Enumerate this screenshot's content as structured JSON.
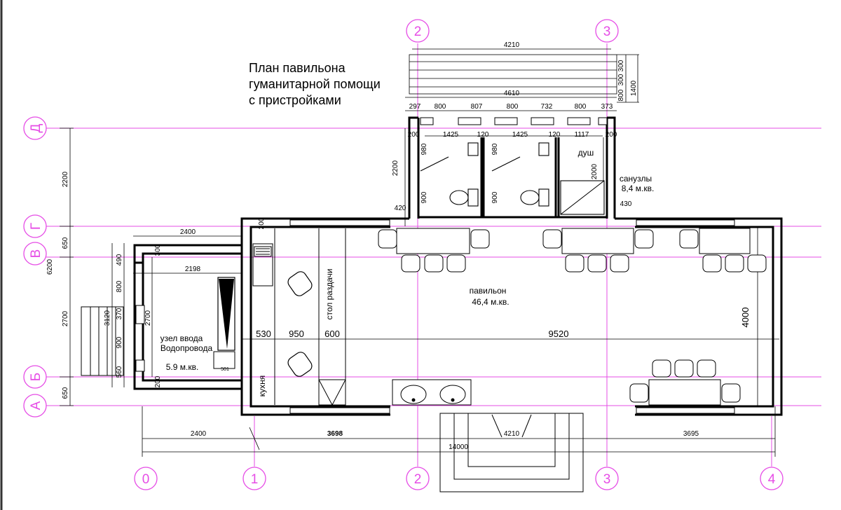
{
  "title": {
    "line1": "План павильона",
    "line2": "гуманитарной помощи",
    "line3": "с пристройками"
  },
  "axes": {
    "columns": [
      "0",
      "1",
      "2",
      "3",
      "4"
    ],
    "column_repeat": [
      "2",
      "3"
    ],
    "rows": [
      "Д",
      "Г",
      "В",
      "Б",
      "А"
    ]
  },
  "rooms": {
    "pavilion_name": "павильон",
    "pavilion_area": "46,4 м.кв.",
    "water_name_1": "узел ввода",
    "water_name_2": "Водопровода",
    "water_area": "5.9 м.кв.",
    "sanuzly_name": "санузлы",
    "sanuzly_area": "8,4 м.кв.",
    "shower": "душ",
    "kitchen": "кухня",
    "serving_table": "стол раздачи"
  },
  "dimensions": {
    "top_4210": "4210",
    "top_4610": "4610",
    "top_300a": "300",
    "top_300b": "300",
    "top_800": "800",
    "top_1400": "1400",
    "seg_297": "297",
    "seg_800a": "800",
    "seg_807": "807",
    "seg_800b": "800",
    "seg_732": "732",
    "seg_800c": "800",
    "seg_373": "373",
    "in_200a": "200",
    "in_1425a": "1425",
    "in_120a": "120",
    "in_1425b": "1425",
    "in_120b": "120",
    "in_1117": "1117",
    "in_200b": "200",
    "v_980a": "980",
    "v_980b": "980",
    "v_900a": "900",
    "v_900b": "900",
    "v_2000": "2000",
    "v_2200_wc": "2200",
    "d_420": "420",
    "d_430": "430",
    "left_2200": "2200",
    "left_650a": "650",
    "left_6200": "6200",
    "left_2700": "2700",
    "left_650b": "650",
    "w_2400_top": "2400",
    "w_200a": "200",
    "w_300": "300",
    "w_2198": "2198",
    "w_490": "490",
    "w_800": "800",
    "w_3120": "3120",
    "w_370": "370",
    "w_2700": "2700",
    "w_900": "900",
    "w_560": "560",
    "w_200b": "200",
    "w_501": "501",
    "in_530": "530",
    "in_950": "950",
    "in_600": "600",
    "in_9520": "9520",
    "in_4000": "4000",
    "b_2400": "2400",
    "b_3698": "3698",
    "b_4210": "4210",
    "b_3695": "3695",
    "b_14000": "14000"
  }
}
